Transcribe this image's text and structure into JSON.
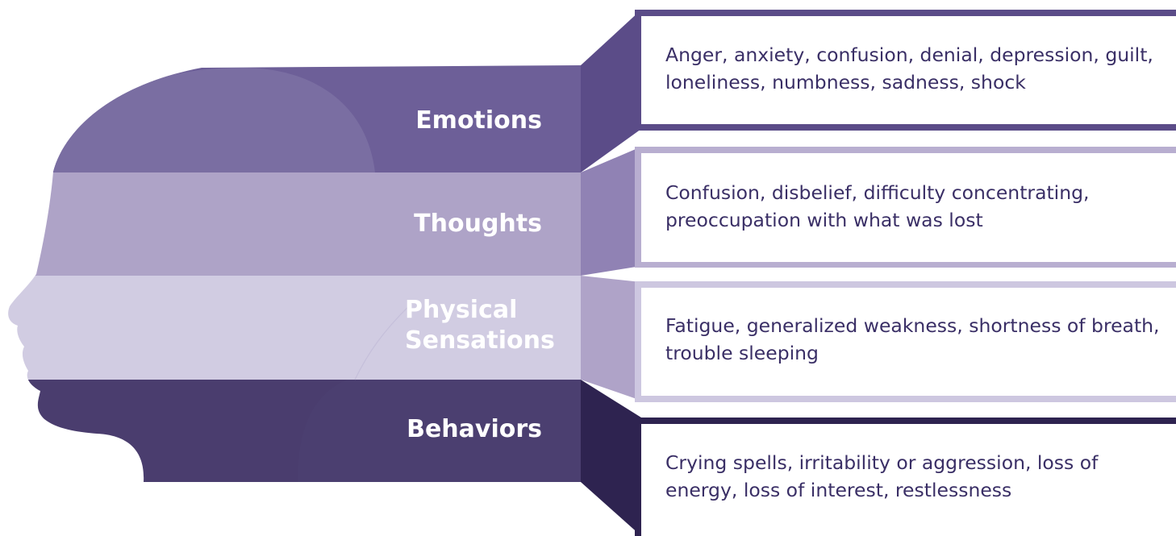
{
  "colors": {
    "emotions": "#5e4f8c",
    "thoughts": "#afa3c8",
    "physical": "#d2cde3",
    "behaviors": "#493c6d",
    "behaviors_connector": "#2d2250",
    "text": "#3a2f66",
    "label": "#ffffff"
  },
  "rows": [
    {
      "key": "emotions",
      "label": "Emotions",
      "description": "Anger, anxiety, confusion, denial, depression, guilt, loneliness, numbness, sadness, shock"
    },
    {
      "key": "thoughts",
      "label": "Thoughts",
      "description": "Confusion, disbelief, difficulty concentrating, preoccupation with what was lost"
    },
    {
      "key": "physical",
      "label": "Physical Sensations",
      "description": "Fatigue, generalized weakness, shortness of breath, trouble sleeping"
    },
    {
      "key": "behaviors",
      "label": "Behaviors",
      "description": "Crying spells, irritability or aggression, loss of energy, loss of interest, restlessness"
    }
  ]
}
